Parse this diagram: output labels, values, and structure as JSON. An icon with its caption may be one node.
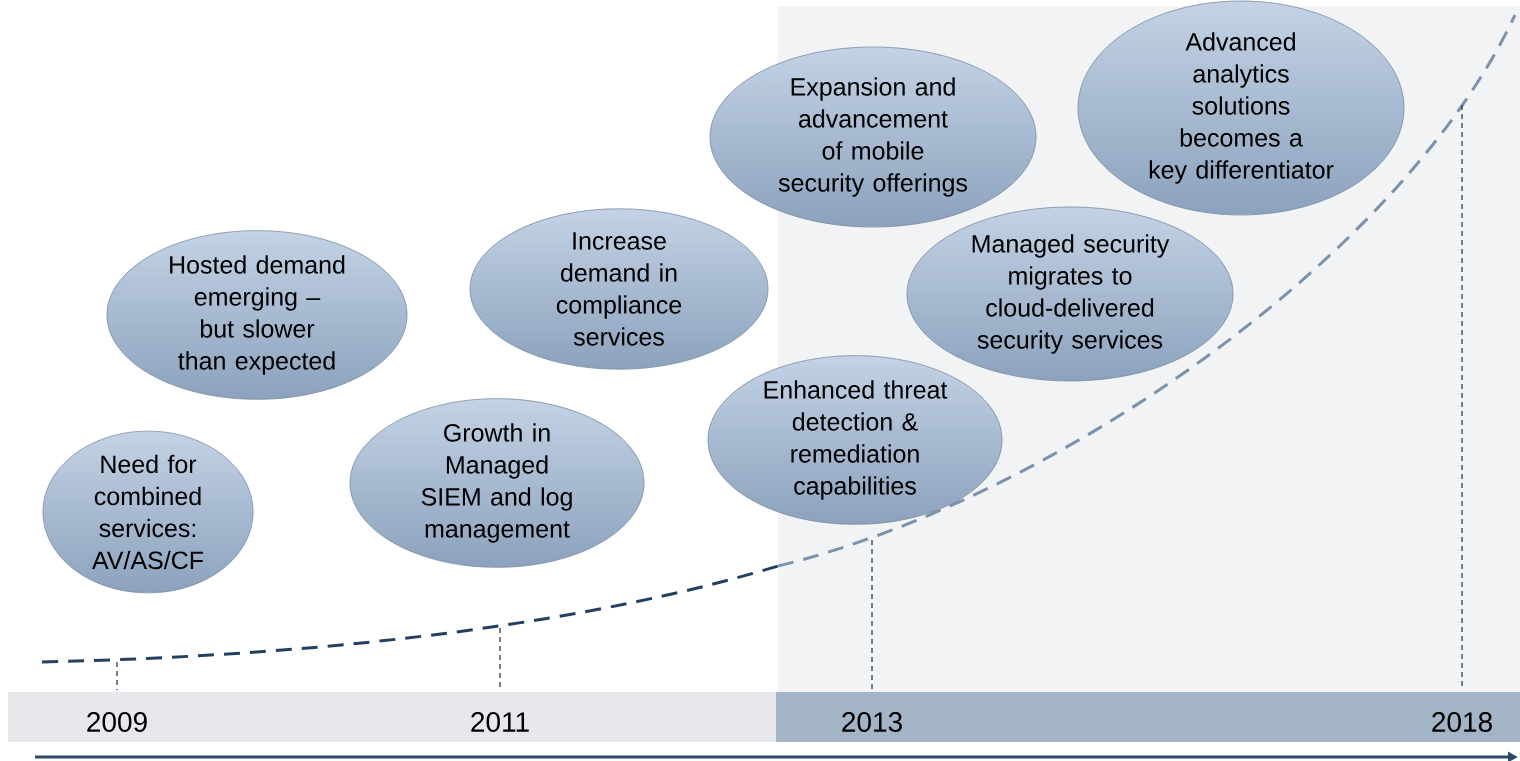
{
  "diagram": {
    "nodes": [
      {
        "text": [
          "Need for combined services: AV/AS/CF"
        ]
      },
      {
        "text": [
          "Hosted demand emerging – but slower than expected"
        ]
      },
      {
        "text": [
          "Growth in Managed SIEM and log management"
        ]
      },
      {
        "text": [
          "Increase demand in compliance services"
        ]
      },
      {
        "text": [
          "Expansion and advancement of mobile security offerings"
        ]
      },
      {
        "text": [
          "Enhanced threat detection & remediation capabilities"
        ]
      },
      {
        "text": [
          "Managed security migrates to cloud-delivered security services"
        ]
      },
      {
        "text": [
          "Advanced analytics solutions becomes a key differentiator"
        ]
      }
    ],
    "labels": [
      "2009",
      "2011",
      "2013",
      "2018"
    ]
  }
}
